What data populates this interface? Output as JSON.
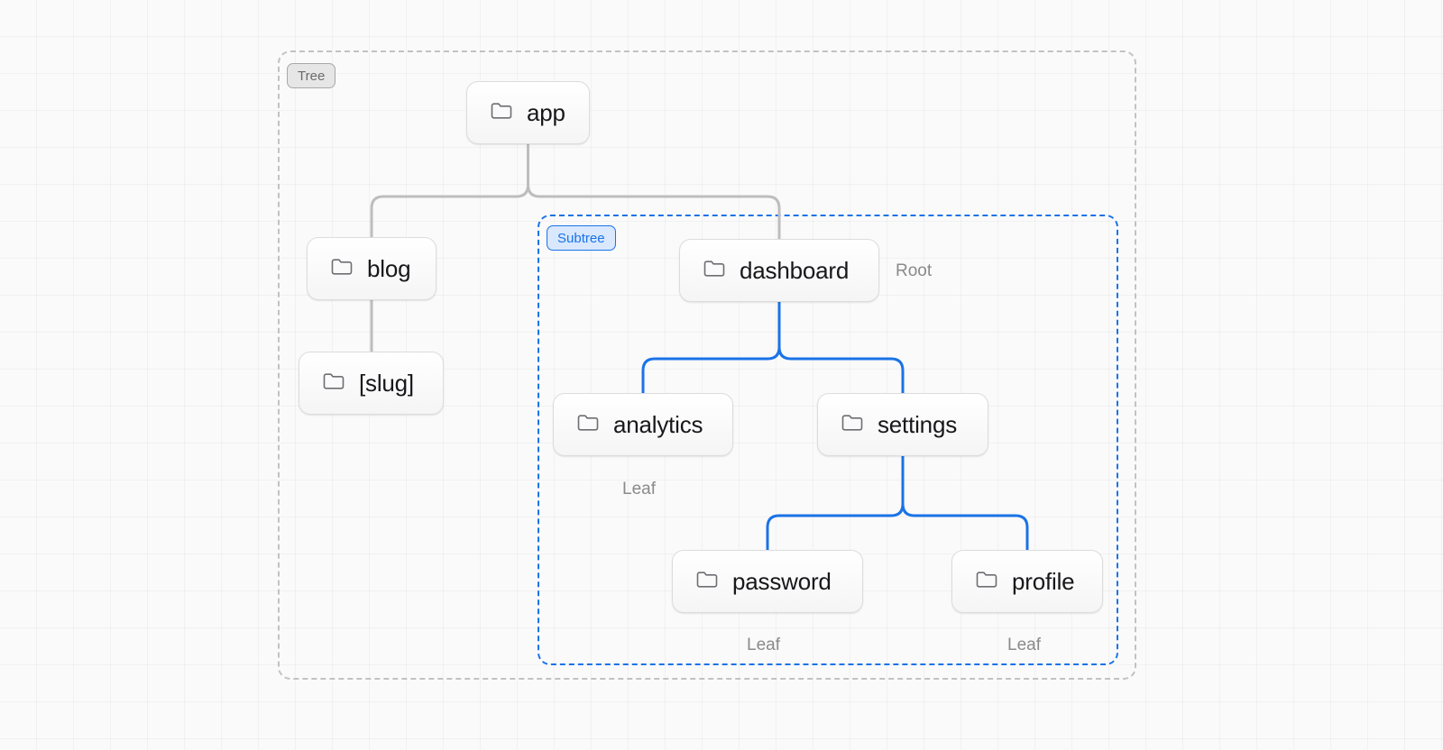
{
  "diagram": {
    "type": "file-tree-hierarchy",
    "background": "#fafafa",
    "grid": true,
    "accent_color": "#1a73e8",
    "muted_color": "#8a8a8a",
    "node_border_color": "#dcdcdc",
    "groups": [
      {
        "id": "tree",
        "badge": "Tree",
        "style": "dashed",
        "border_color": "#c2c2c2",
        "badge_bg": "#e6e6e6",
        "badge_text_color": "#6b6b6b"
      },
      {
        "id": "subtree",
        "badge": "Subtree",
        "style": "dashed",
        "border_color": "#1a73e8",
        "badge_bg": "#d9e8fd",
        "badge_text_color": "#1a73e8"
      }
    ],
    "nodes": [
      {
        "id": "app",
        "label": "app",
        "icon": "folder-icon"
      },
      {
        "id": "blog",
        "label": "blog",
        "icon": "folder-icon"
      },
      {
        "id": "slug",
        "label": "[slug]",
        "icon": "folder-icon"
      },
      {
        "id": "dashboard",
        "label": "dashboard",
        "icon": "folder-icon",
        "role": "Root"
      },
      {
        "id": "analytics",
        "label": "analytics",
        "icon": "folder-icon",
        "role": "Leaf"
      },
      {
        "id": "settings",
        "label": "settings",
        "icon": "folder-icon"
      },
      {
        "id": "password",
        "label": "password",
        "icon": "folder-icon",
        "role": "Leaf"
      },
      {
        "id": "profile",
        "label": "profile",
        "icon": "folder-icon",
        "role": "Leaf"
      }
    ],
    "roles": {
      "root": "Root",
      "leaf": "Leaf"
    },
    "edges": [
      {
        "from": "app",
        "to": "blog",
        "color": "#bdbdbd"
      },
      {
        "from": "app",
        "to": "dashboard",
        "color": "#bdbdbd"
      },
      {
        "from": "blog",
        "to": "slug",
        "color": "#bdbdbd"
      },
      {
        "from": "dashboard",
        "to": "analytics",
        "color": "#1a73e8"
      },
      {
        "from": "dashboard",
        "to": "settings",
        "color": "#1a73e8"
      },
      {
        "from": "settings",
        "to": "password",
        "color": "#1a73e8"
      },
      {
        "from": "settings",
        "to": "profile",
        "color": "#1a73e8"
      }
    ]
  }
}
